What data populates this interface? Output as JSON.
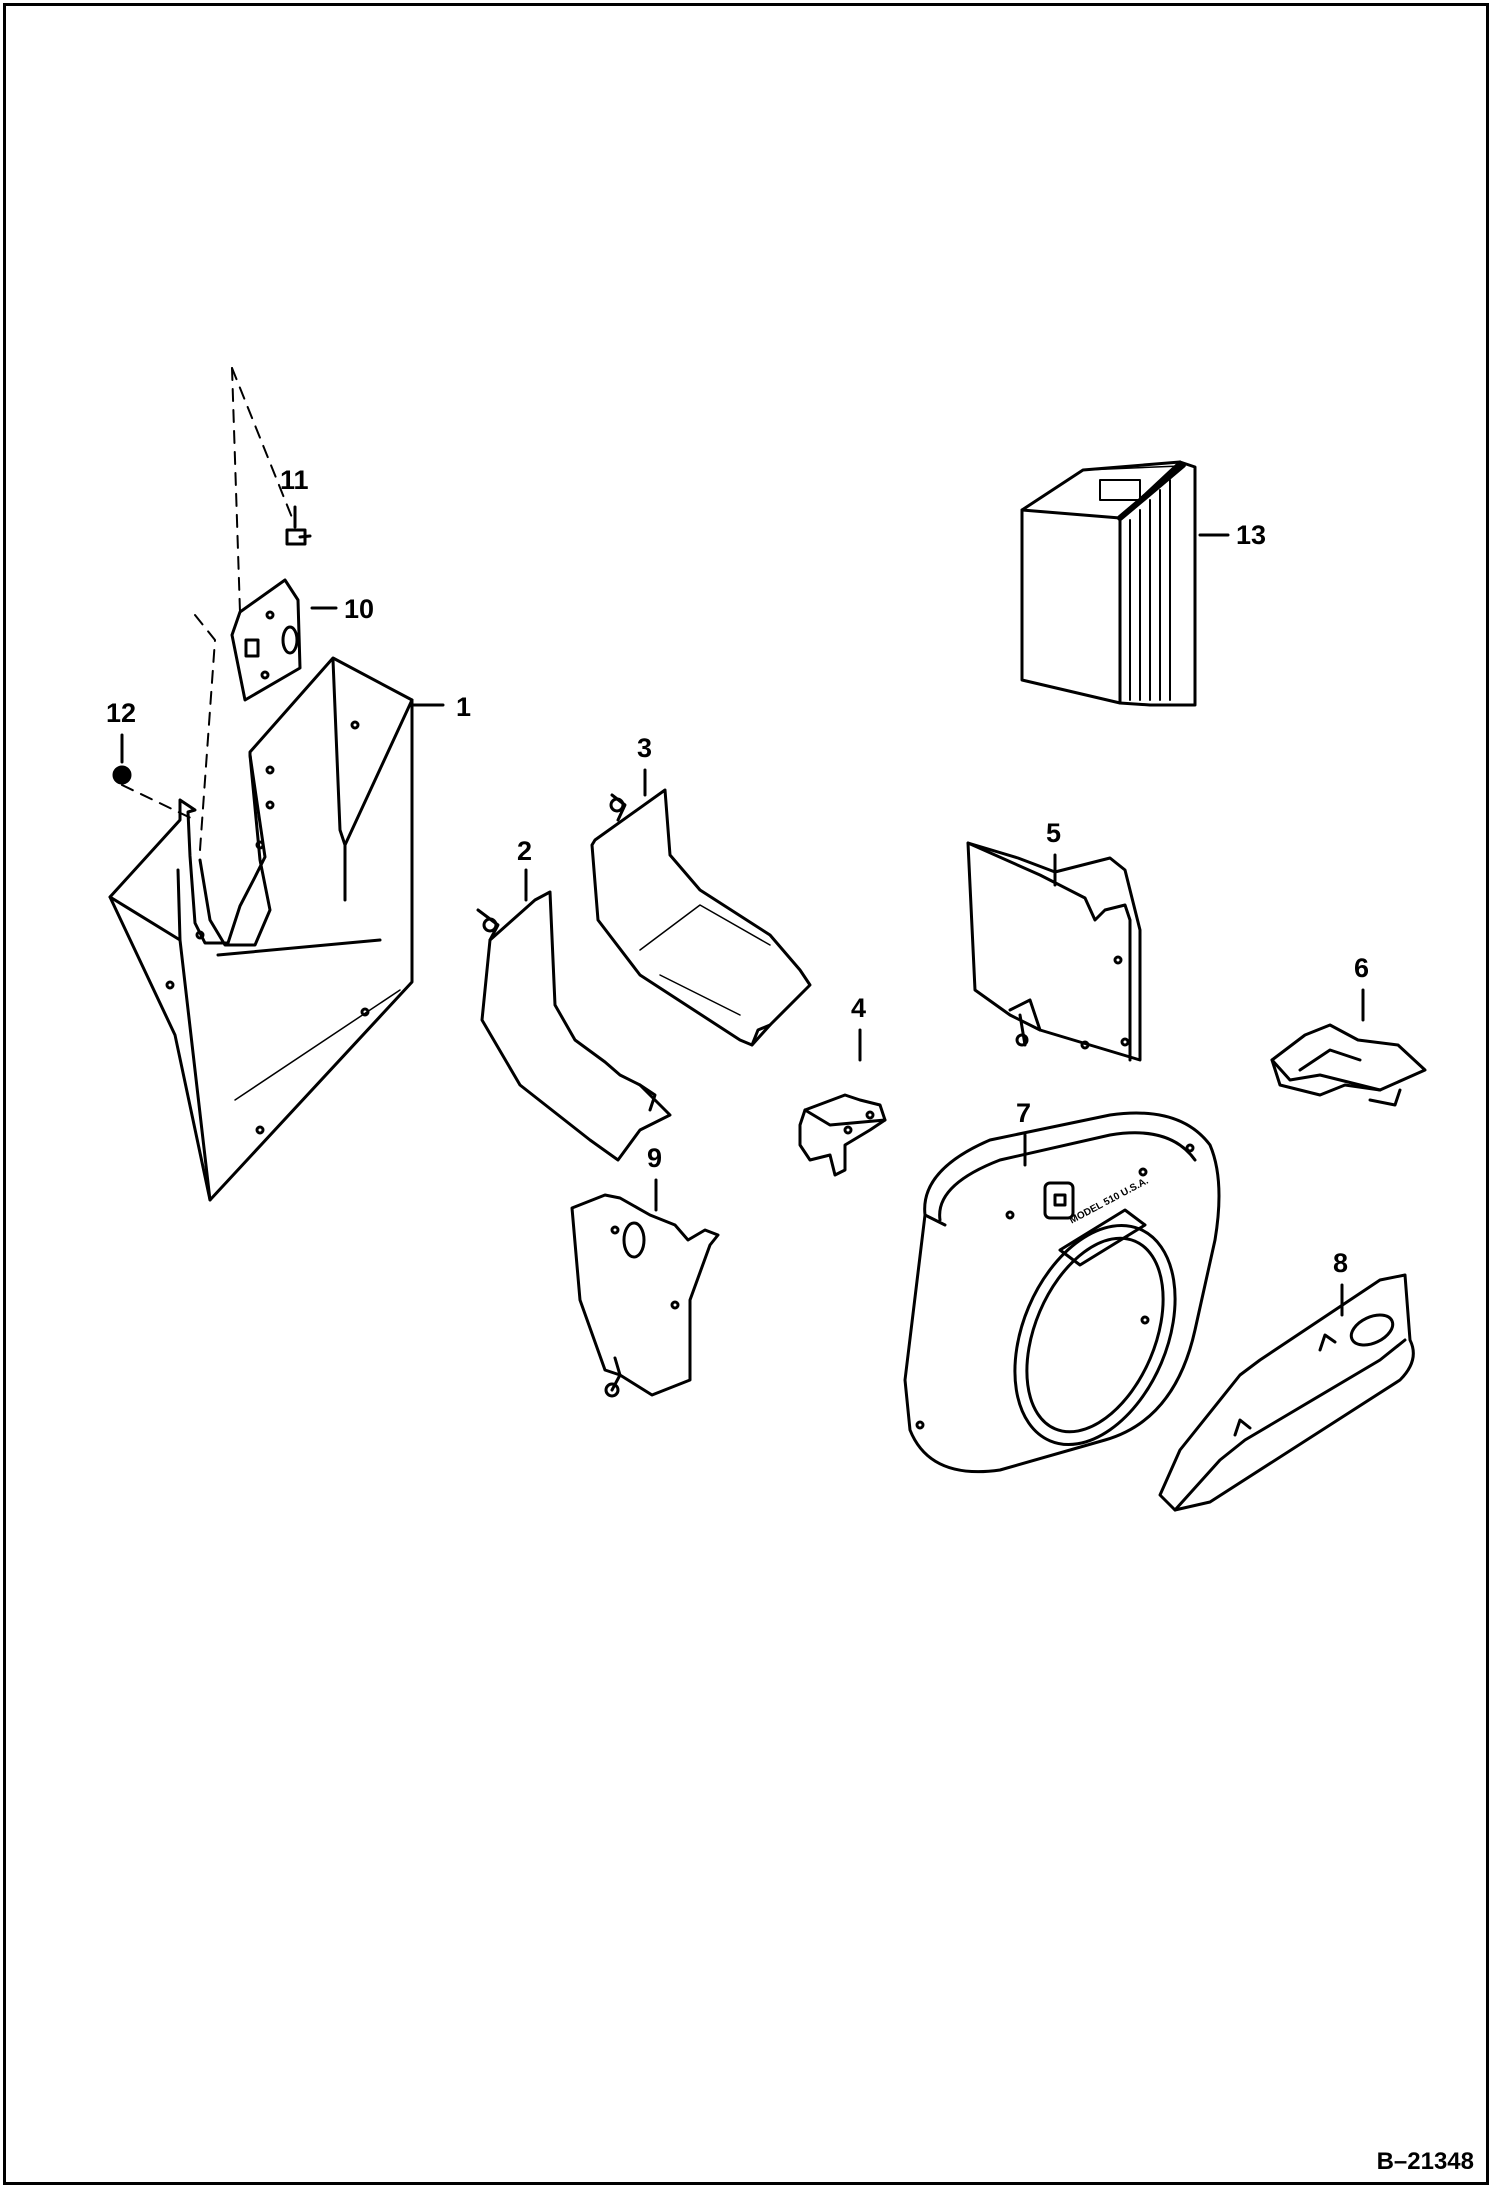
{
  "callouts": {
    "p1": "1",
    "p2": "2",
    "p3": "3",
    "p4": "4",
    "p5": "5",
    "p6": "6",
    "p7": "7",
    "p8": "8",
    "p9": "9",
    "p10": "10",
    "p11": "11",
    "p12": "12",
    "p13": "13"
  },
  "stamp_text": "MODEL 510 U.S.A.",
  "figure_ref": "B–21348",
  "colors": {
    "line": "#000000",
    "background": "#ffffff"
  }
}
